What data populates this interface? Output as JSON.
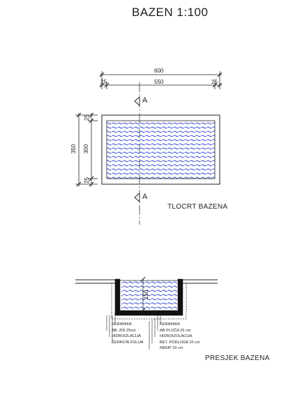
{
  "title": "BAZEN 1:100",
  "plan": {
    "dim_overall": "600",
    "dim_left_wall": "25",
    "dim_inner": "550",
    "dim_right_wall": "25",
    "dim_vertical_overall": "350",
    "dim_vertical_inner": "300",
    "dim_top_wall": "25",
    "dim_bottom_wall": "25",
    "section_mark_top": "A",
    "section_mark_bottom": "A",
    "caption": "TLOCRT BAZENA"
  },
  "section": {
    "depth": "150",
    "caption": "PRESJEK BAZENA",
    "left_materials": [
      "KERAMIKA",
      "AB. ZID 25cm",
      "HIDROIZLACIJA",
      "ČEPASTA FOLIJA"
    ],
    "right_materials": [
      "KERAMIKA",
      "AB PLOČA 25 cm",
      "HIDROIZOLACIJA",
      "BET. PODLOGA 10 cm",
      "NASIP 15 cm"
    ]
  },
  "colors": {
    "water": "#3a4fd8",
    "line": "#1e1e1e"
  }
}
